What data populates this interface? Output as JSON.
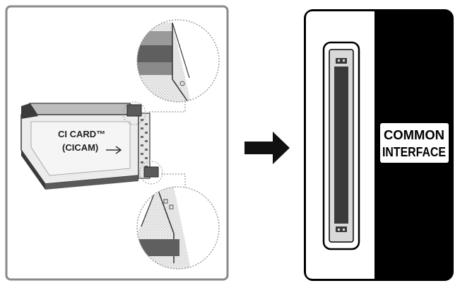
{
  "card": {
    "line1": "CI CARD™",
    "line2": "(CICAM)"
  },
  "slot_label": {
    "line1": "COMMON",
    "line2": "INTERFACE"
  },
  "icons": {
    "card": "ci-card-icon",
    "arrow": "right-arrow-icon",
    "slot": "ci-slot-icon",
    "magnifier": "zoom-detail-icon"
  },
  "colors": {
    "panel_border": "#8a8a8a",
    "panel_dark": "#000000",
    "slot_frame": "#d9d9d9",
    "slot_inner": "#3a3a3a",
    "arrow": "#111111",
    "card_edge": "#3b3b3b"
  }
}
